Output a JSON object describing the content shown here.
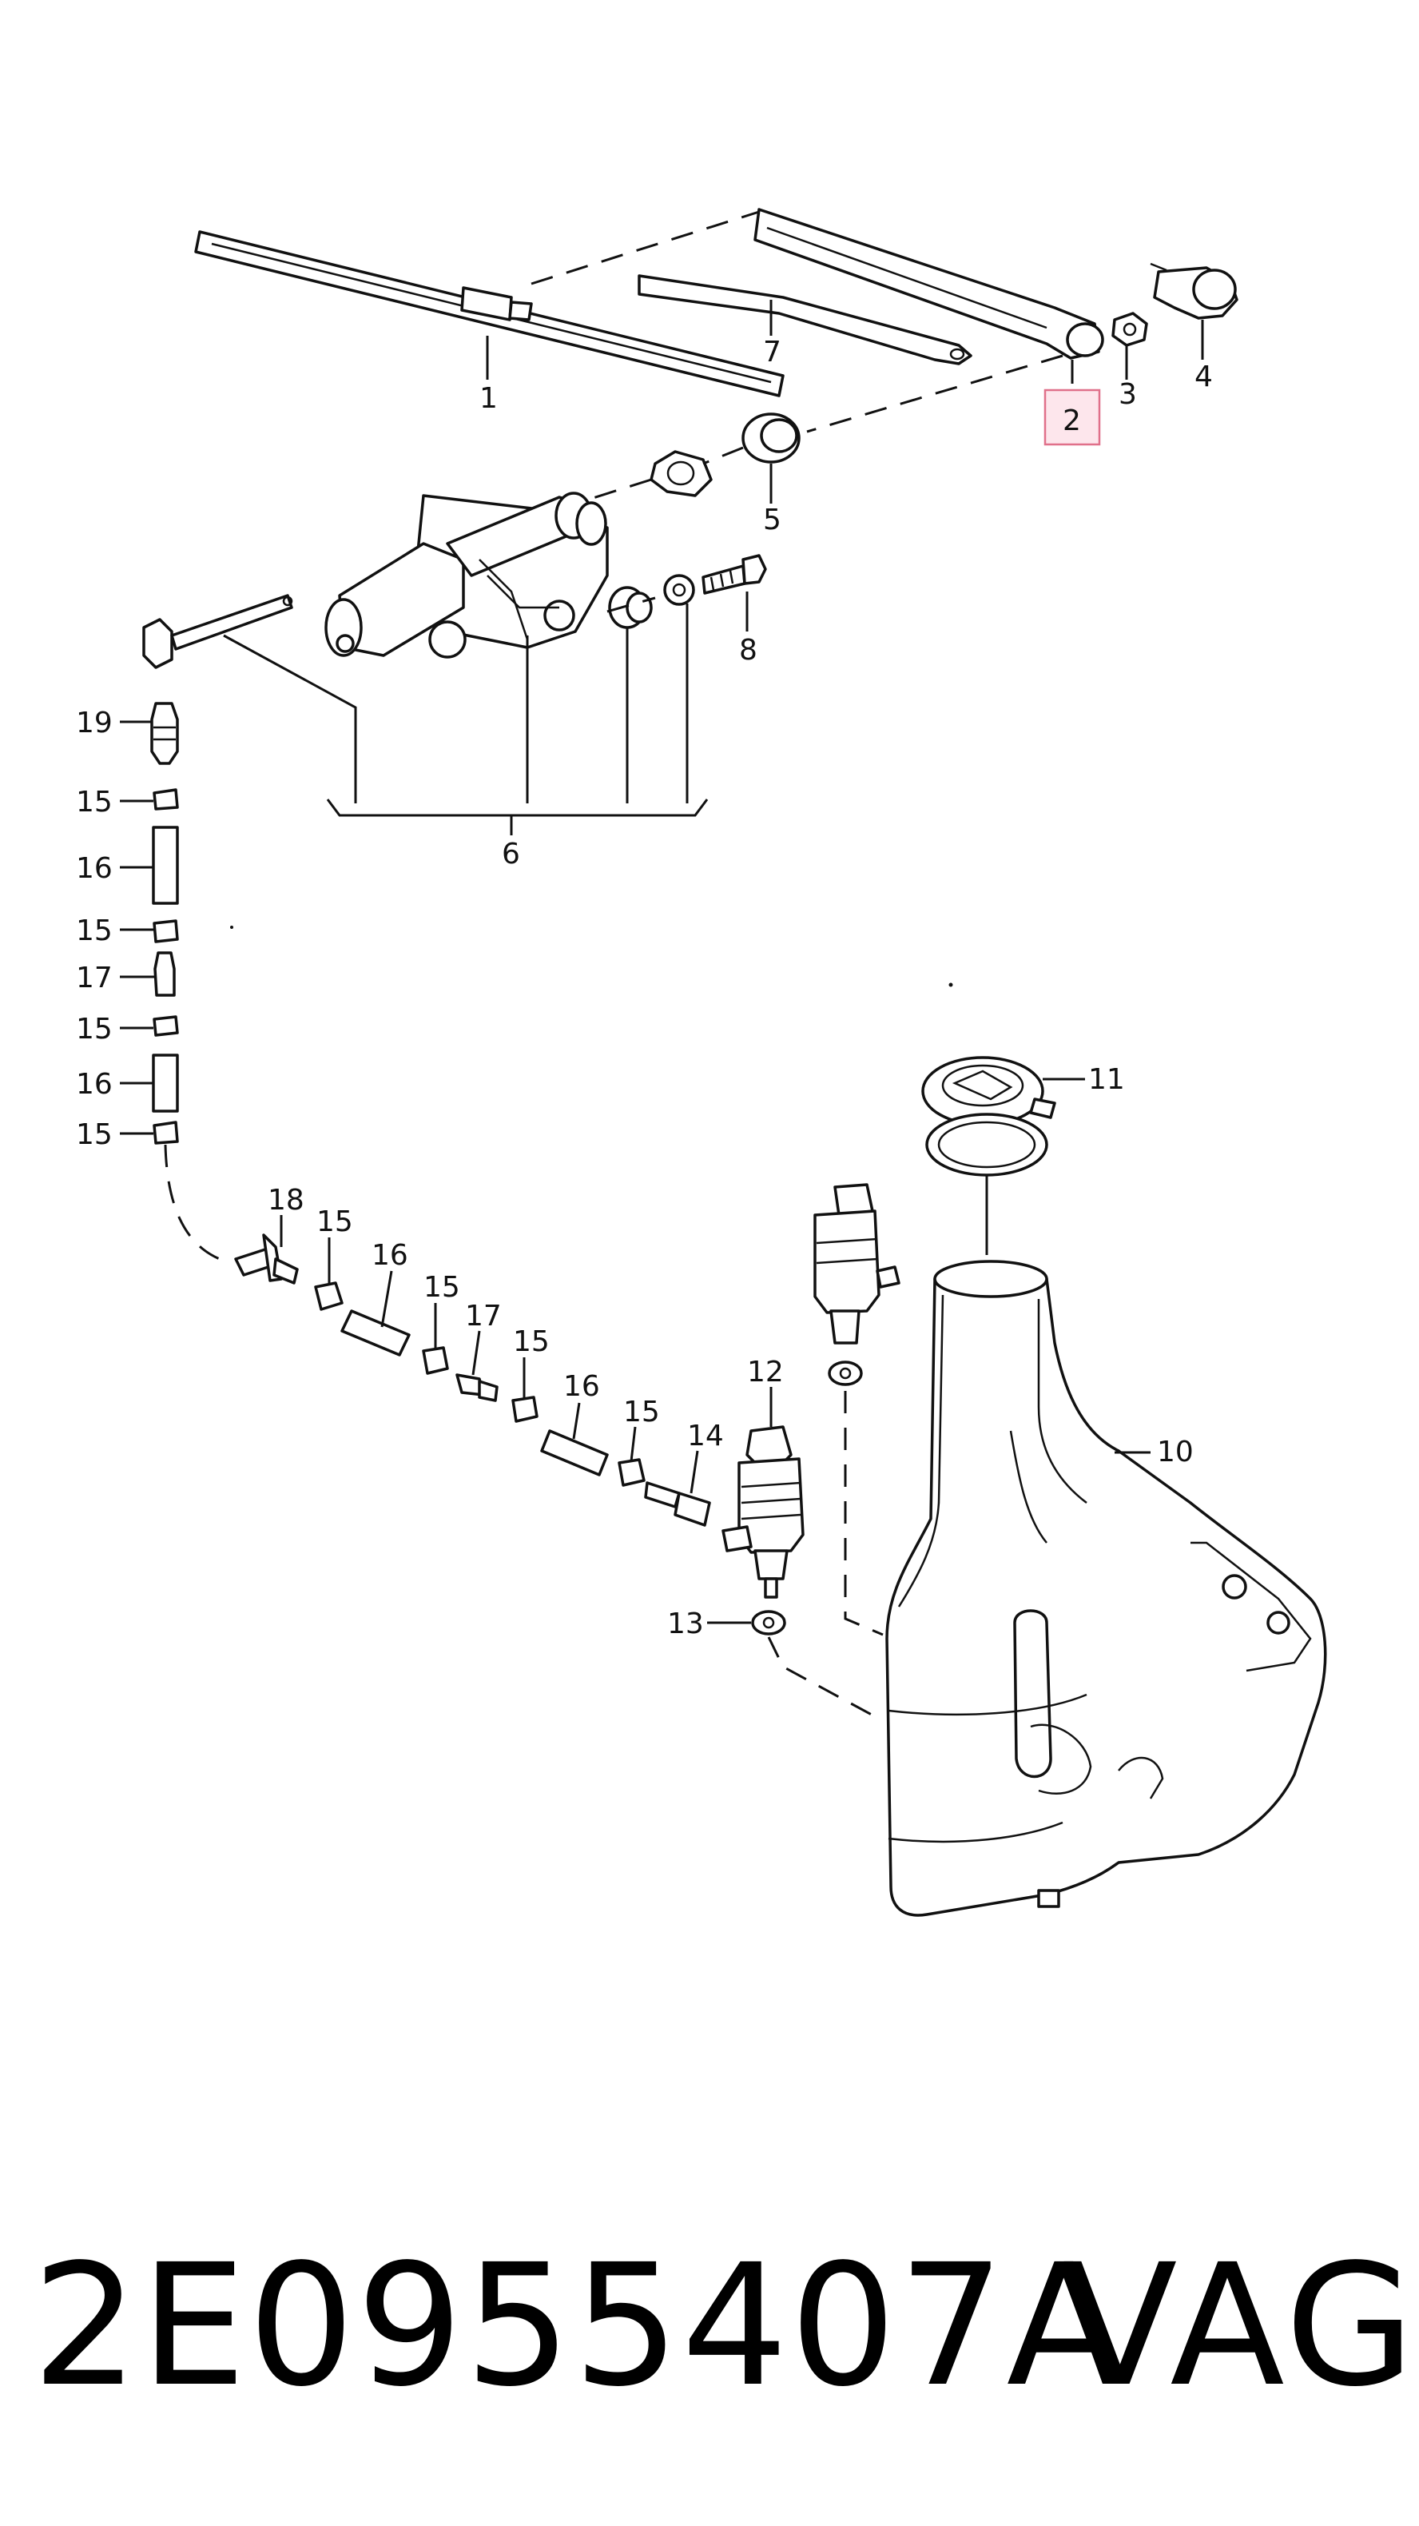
{
  "callouts": {
    "c1": "1",
    "c2": "2",
    "c3": "3",
    "c4": "4",
    "c5": "5",
    "c6": "6",
    "c7": "7",
    "c8": "8",
    "c10": "10",
    "c11": "11",
    "c12": "12",
    "c13": "13",
    "c14": "14",
    "c15a": "15",
    "c15b": "15",
    "c15c": "15",
    "c15d": "15",
    "c15e": "15",
    "c15f": "15",
    "c15g": "15",
    "c16a": "16",
    "c16b": "16",
    "c16c": "16",
    "c16d": "16",
    "c17a": "17",
    "c17b": "17",
    "c18": "18",
    "c19": "19"
  },
  "highlighted_callout": "2",
  "footer": {
    "part_number": "2E0955407A",
    "brand": "VAG"
  },
  "colors": {
    "highlight_fill": "#fde6ec",
    "highlight_border": "#e0708a",
    "line": "#111111"
  }
}
